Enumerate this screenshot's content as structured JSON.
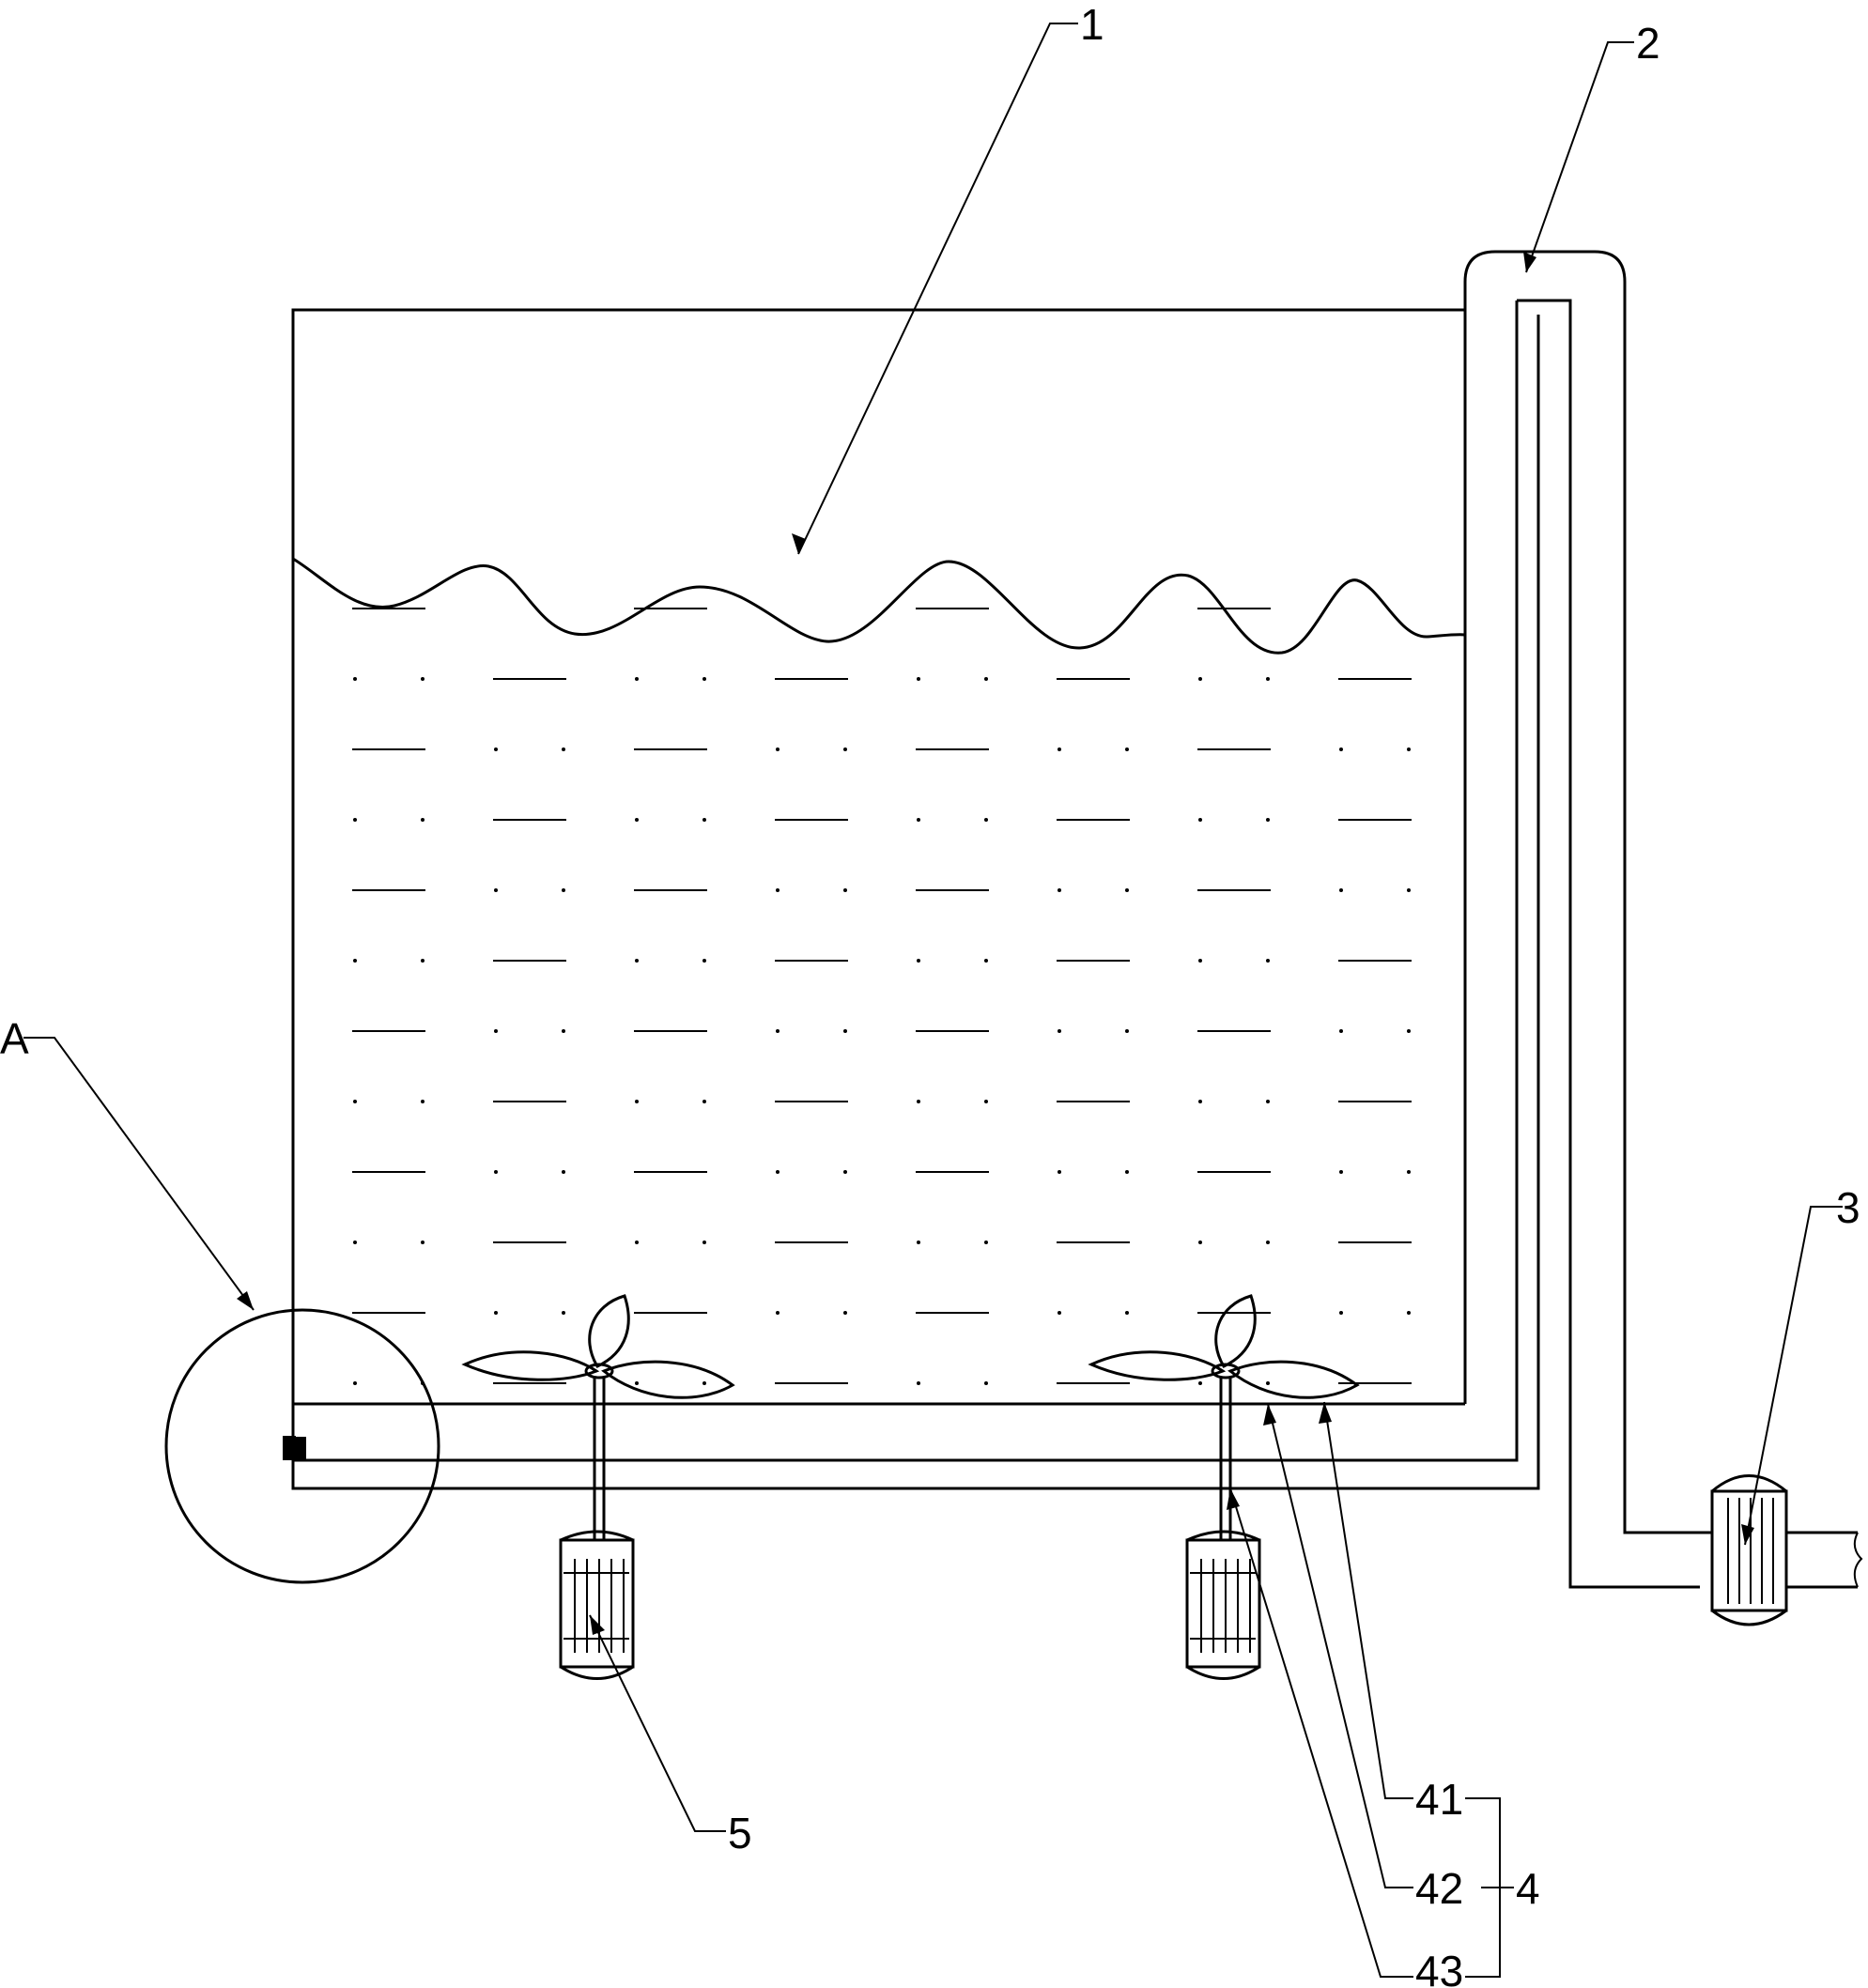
{
  "labels": {
    "tank": "1",
    "pipe": "2",
    "pump": "3",
    "agitator_group": "4",
    "motor": "5",
    "detail_a": "A",
    "blade": "41",
    "hub": "42",
    "shaft": "43"
  },
  "colors": {
    "line": "#000000",
    "background": "#ffffff"
  }
}
